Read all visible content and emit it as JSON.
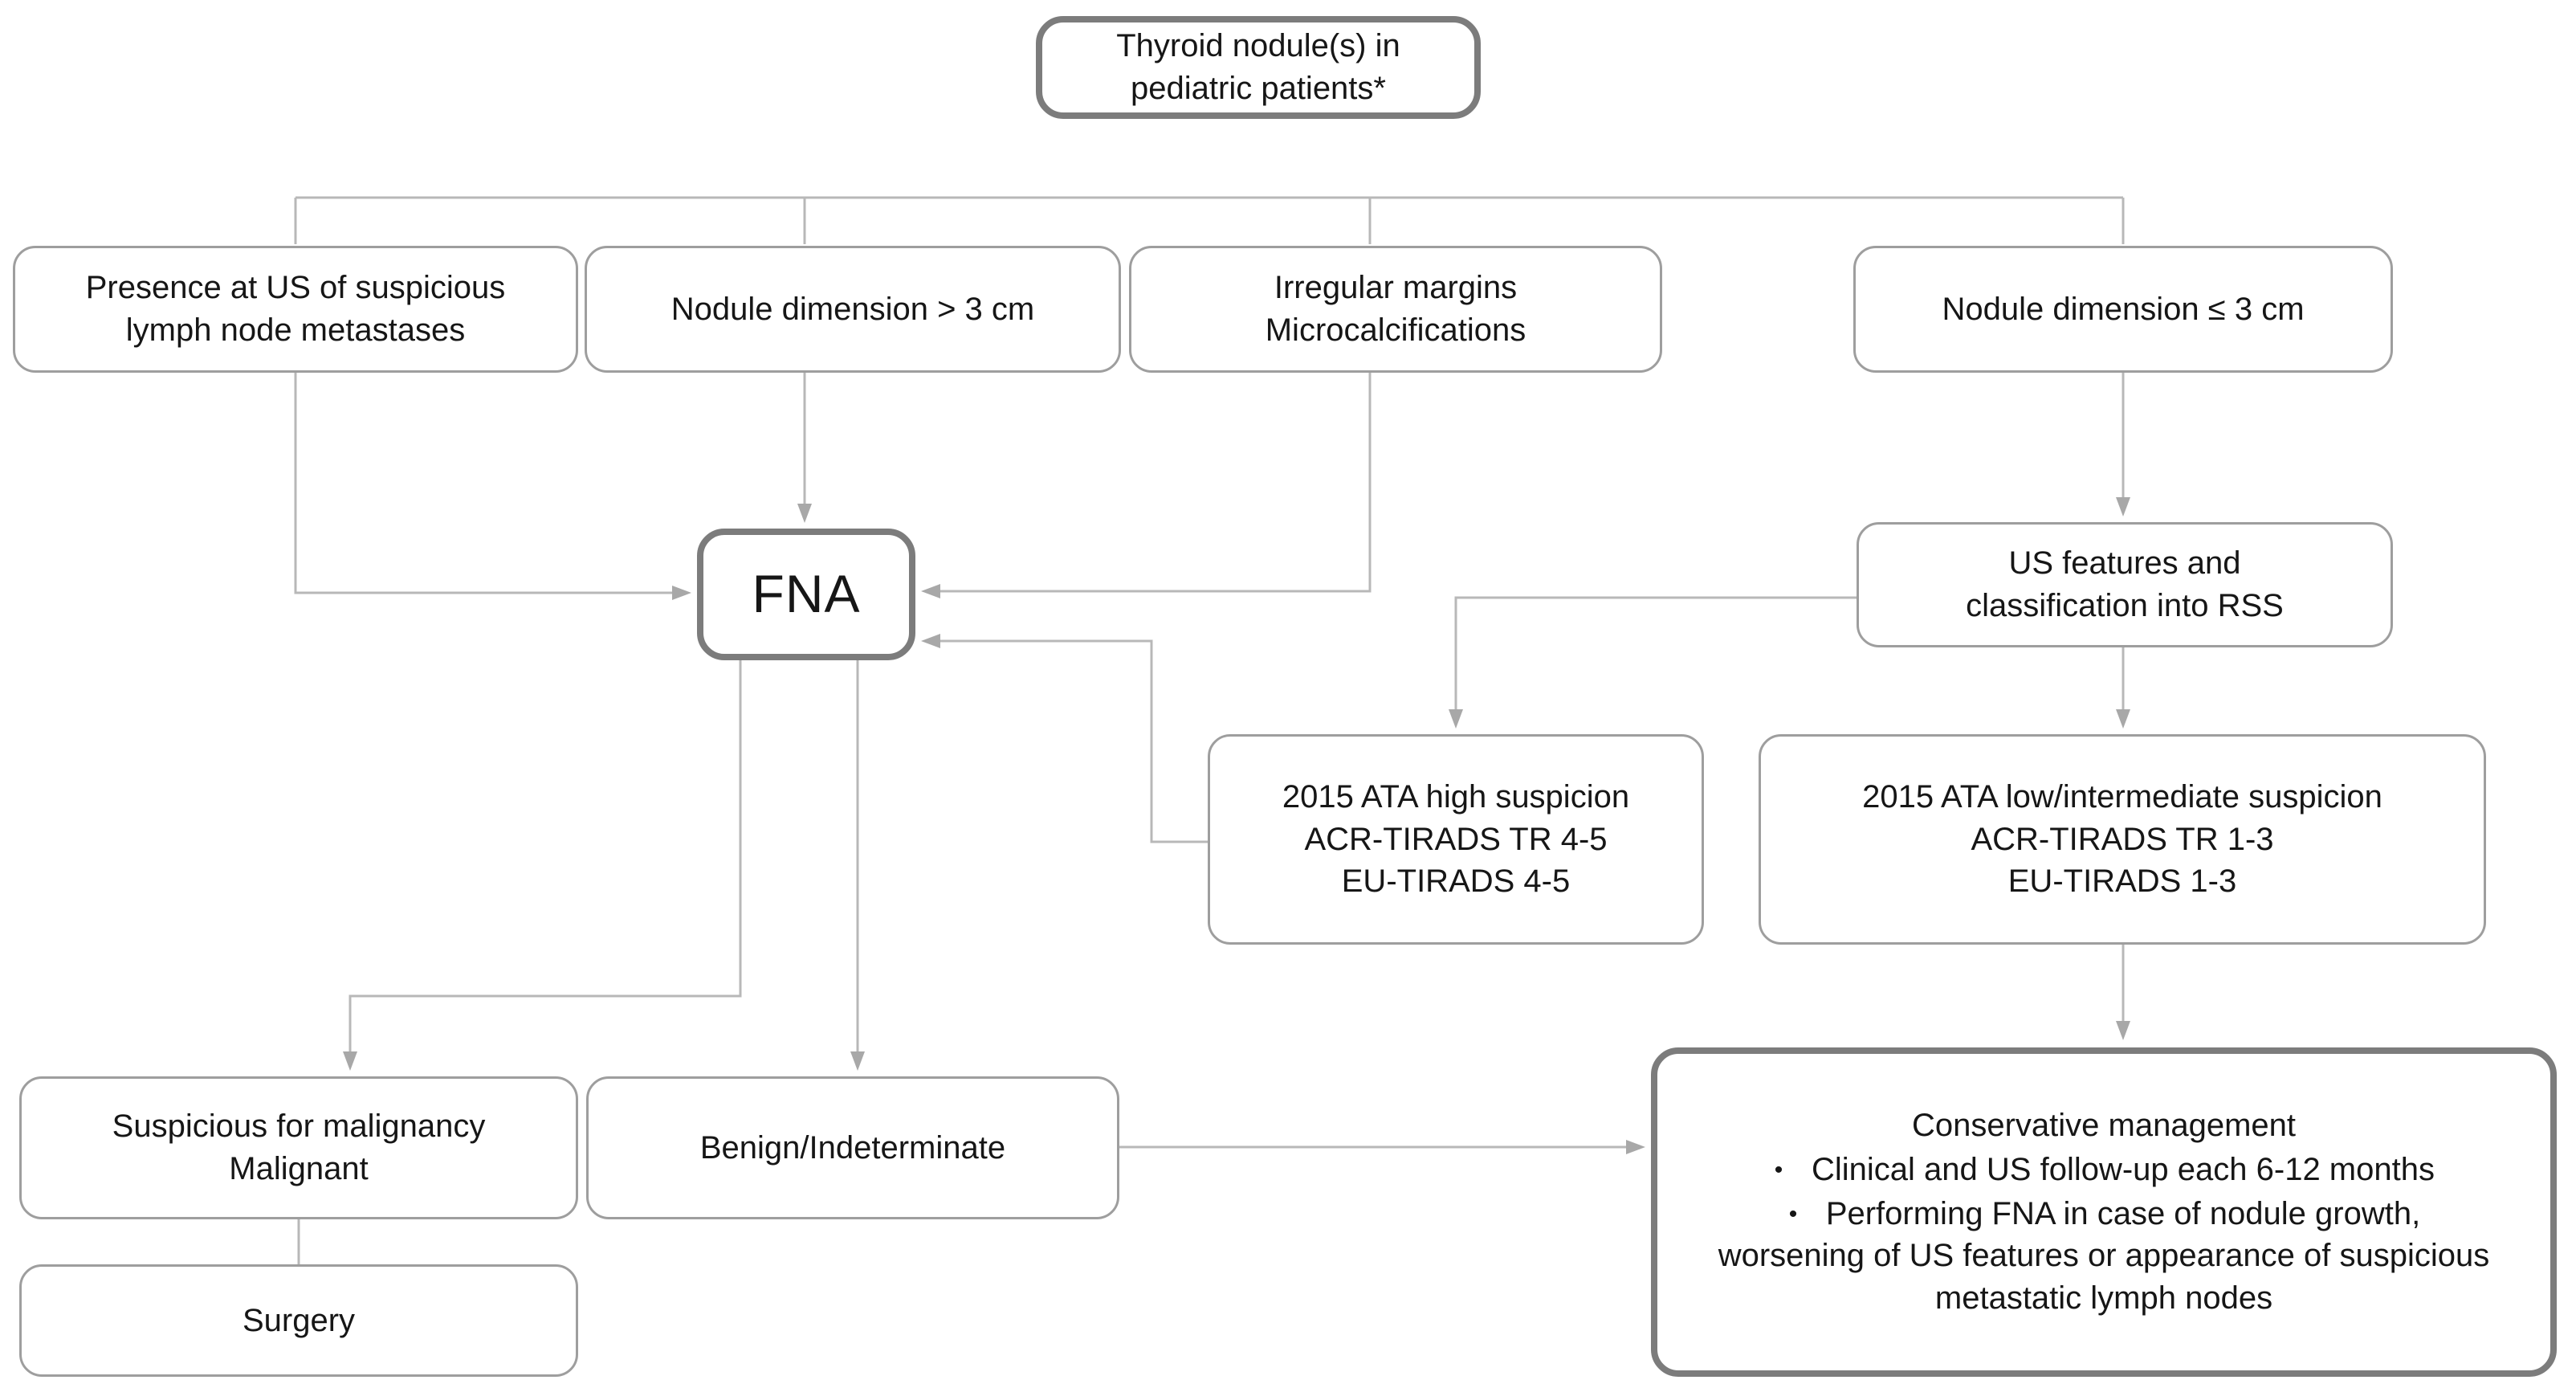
{
  "diagram": {
    "description": "Management flowchart for thyroid nodules in pediatric patients",
    "bullet_glyph": "•",
    "colors": {
      "background": "#ffffff",
      "text": "#161616",
      "box_border": "#9e9e9e",
      "emphasis_border": "#7c7c7c",
      "connector": "#b8b8b8",
      "arrowhead": "#a8a8a8"
    },
    "nodes": {
      "thyroid": {
        "lines": [
          "Thyroid nodule(s) in",
          "pediatric patients*"
        ]
      },
      "presence": {
        "lines": [
          "Presence at US of suspicious",
          "lymph node metastases"
        ]
      },
      "dimension_gt3": {
        "lines": [
          "Nodule dimension > 3 cm"
        ]
      },
      "irregular": {
        "lines": [
          "Irregular margins",
          "Microcalcifications"
        ]
      },
      "dimension_le3": {
        "lines": [
          "Nodule dimension ≤ 3 cm"
        ]
      },
      "fna": {
        "lines": [
          "FNA"
        ]
      },
      "us_features": {
        "lines": [
          "US features and",
          "classification into RSS"
        ]
      },
      "ata_high": {
        "lines": [
          "2015 ATA high suspicion",
          "ACR-TIRADS TR 4-5",
          "EU-TIRADS 4-5"
        ]
      },
      "ata_low": {
        "lines": [
          "2015 ATA low/intermediate suspicion",
          "ACR-TIRADS TR 1-3",
          "EU-TIRADS 1-3"
        ]
      },
      "suspicious": {
        "lines": [
          "Suspicious for malignancy",
          "Malignant"
        ]
      },
      "benign": {
        "lines": [
          "Benign/Indeterminate"
        ]
      },
      "surgery": {
        "lines": [
          "Surgery"
        ]
      },
      "conservative": {
        "title": "Conservative management",
        "bullets": [
          "Clinical and US follow-up each 6-12 months",
          "Performing FNA in case of nodule growth, worsening of US features or appearance of suspicious metastatic lymph nodes"
        ]
      }
    },
    "edges": [
      {
        "from": "thyroid",
        "to": "presence",
        "arrow": false
      },
      {
        "from": "thyroid",
        "to": "dimension_gt3",
        "arrow": false
      },
      {
        "from": "thyroid",
        "to": "irregular",
        "arrow": false
      },
      {
        "from": "thyroid",
        "to": "dimension_le3",
        "arrow": false
      },
      {
        "from": "presence",
        "to": "fna",
        "arrow": true
      },
      {
        "from": "dimension_gt3",
        "to": "fna",
        "arrow": true
      },
      {
        "from": "irregular",
        "to": "fna",
        "arrow": true
      },
      {
        "from": "dimension_le3",
        "to": "us_features",
        "arrow": true
      },
      {
        "from": "us_features",
        "to": "ata_high",
        "arrow": true
      },
      {
        "from": "us_features",
        "to": "ata_low",
        "arrow": true
      },
      {
        "from": "ata_high",
        "to": "fna",
        "arrow": true
      },
      {
        "from": "fna",
        "to": "suspicious",
        "arrow": true
      },
      {
        "from": "fna",
        "to": "benign",
        "arrow": true
      },
      {
        "from": "benign",
        "to": "conservative",
        "arrow": true
      },
      {
        "from": "ata_low",
        "to": "conservative",
        "arrow": true
      },
      {
        "from": "suspicious",
        "to": "surgery",
        "arrow": false
      }
    ]
  }
}
